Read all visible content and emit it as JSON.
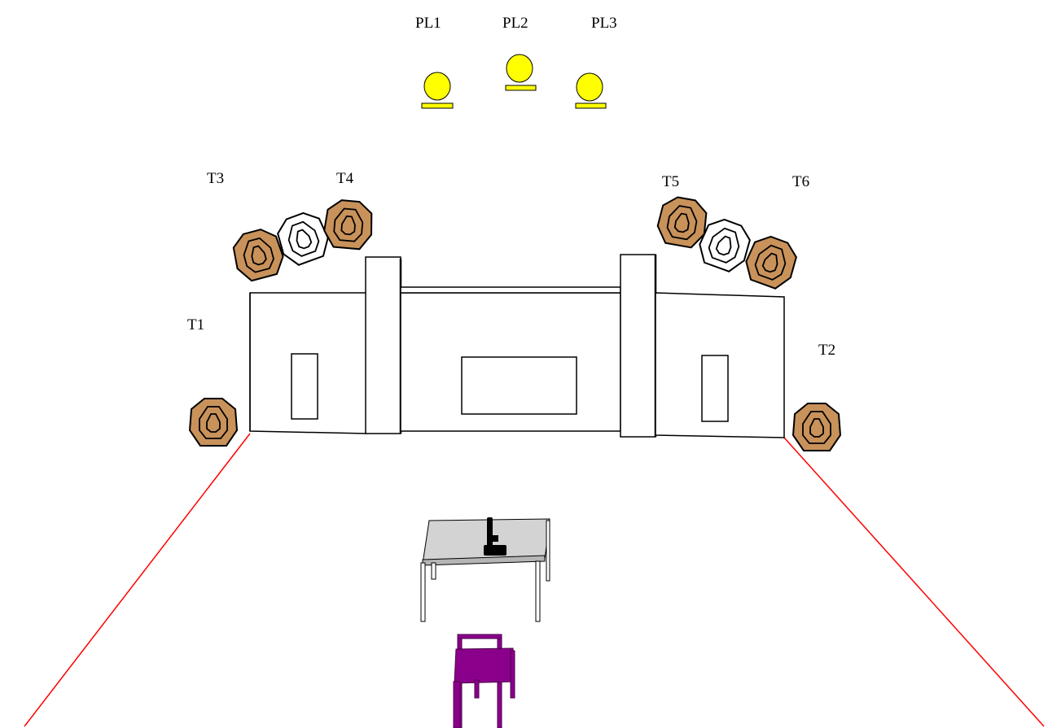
{
  "plates": [
    {
      "label": "PL1"
    },
    {
      "label": "PL2"
    },
    {
      "label": "PL3"
    }
  ],
  "targets": [
    {
      "label": "T1",
      "type": "paper-target",
      "color": "brown"
    },
    {
      "label": "T2",
      "type": "paper-target",
      "color": "brown"
    },
    {
      "label": "T3",
      "type": "paper-target-group",
      "colors": [
        "brown",
        "white",
        "brown"
      ]
    },
    {
      "label": "T4",
      "type": "paper-target"
    },
    {
      "label": "T5",
      "type": "paper-target-group",
      "colors": [
        "brown",
        "white",
        "brown"
      ]
    },
    {
      "label": "T6",
      "type": "paper-target"
    }
  ],
  "colors": {
    "plate": "#ffff00",
    "target_brown": "#c8925a",
    "target_white": "#ffffff",
    "fault_line": "#ff0000",
    "chair": "#8b008b",
    "table_top": "#d3d3d3"
  },
  "icons": {
    "gun": "pistol-icon",
    "chair": "chair-icon",
    "table": "table-icon"
  }
}
